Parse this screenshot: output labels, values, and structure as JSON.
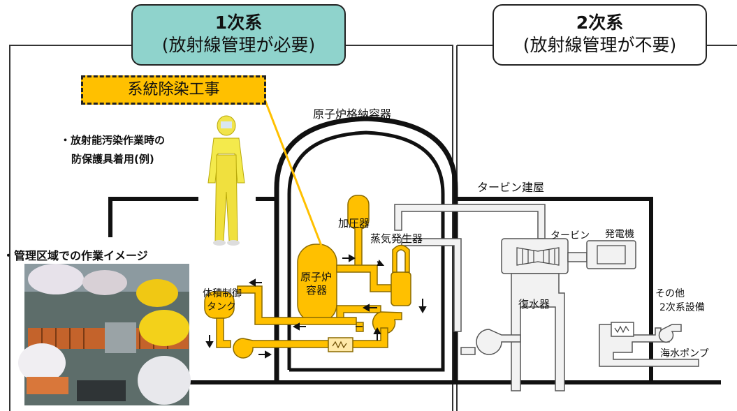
{
  "headers": {
    "primary": {
      "title": "1次系",
      "subtitle": "(放射線管理が必要)"
    },
    "secondary": {
      "title": "2次系",
      "subtitle": "(放射線管理が不要)"
    }
  },
  "callout": {
    "label": "系統除染工事"
  },
  "photos": {
    "suit_caption_line1": "・放射能汚染作業時の",
    "suit_caption_line2": "防保護具着用(例)",
    "work_caption": "・管理区域での作業イメージ"
  },
  "labels": {
    "containment": "原子炉格納容器",
    "turbine_building": "タービン建屋",
    "pressurizer": "加圧器",
    "steam_generator": "蒸気発生器",
    "reactor_line1": "原子炉",
    "reactor_line2": "容器",
    "volume_control_line1": "体積制御",
    "volume_control_line2": "タンク",
    "turbine": "タービン",
    "generator": "発電機",
    "condenser": "復水器",
    "other_line1": "その他",
    "other_line2": "2次系設備",
    "seawater_pump": "海水ポンプ"
  },
  "colors": {
    "primary_header": "#8fd3cc",
    "primary_loop": "#ffc000",
    "secondary_loop": "#f2f2f2",
    "structure": "#111111"
  }
}
